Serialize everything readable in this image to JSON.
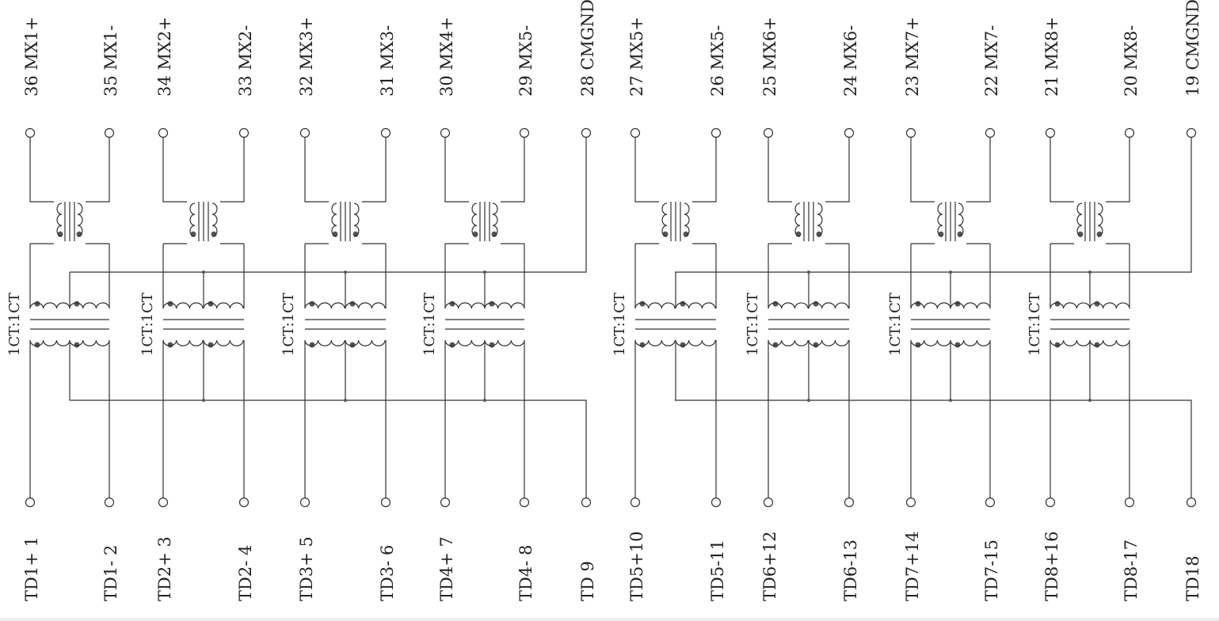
{
  "colors": {
    "line": "#333333",
    "background": "#ffffff",
    "dot": "#555555"
  },
  "top_pins": [
    {
      "num": "36",
      "name": "MX1+"
    },
    {
      "num": "35",
      "name": "MX1-"
    },
    {
      "num": "34",
      "name": "MX2+"
    },
    {
      "num": "33",
      "name": "MX2-"
    },
    {
      "num": "32",
      "name": "MX3+"
    },
    {
      "num": "31",
      "name": "MX3-"
    },
    {
      "num": "30",
      "name": "MX4+"
    },
    {
      "num": "29",
      "name": "MX5-"
    },
    {
      "num": "28",
      "name": "CMGND"
    },
    {
      "num": "27",
      "name": "MX5+"
    },
    {
      "num": "26",
      "name": "MX5-"
    },
    {
      "num": "25",
      "name": "MX6+"
    },
    {
      "num": "24",
      "name": "MX6-"
    },
    {
      "num": "23",
      "name": "MX7+"
    },
    {
      "num": "22",
      "name": "MX7-"
    },
    {
      "num": "21",
      "name": "MX8+"
    },
    {
      "num": "20",
      "name": "MX8-"
    },
    {
      "num": "19",
      "name": "CMGND"
    }
  ],
  "bottom_pins": [
    {
      "name": "TD1+",
      "num": "1"
    },
    {
      "name": "TD1-",
      "num": "2"
    },
    {
      "name": "TD2+",
      "num": "3"
    },
    {
      "name": "TD2-",
      "num": "4"
    },
    {
      "name": "TD3+",
      "num": "5"
    },
    {
      "name": "TD3-",
      "num": "6"
    },
    {
      "name": "TD4+",
      "num": "7"
    },
    {
      "name": "TD4-",
      "num": "8"
    },
    {
      "name": "TD",
      "num": "9"
    },
    {
      "name": "TD5+",
      "num": "10"
    },
    {
      "name": "TD5-",
      "num": "11"
    },
    {
      "name": "TD6+",
      "num": "12"
    },
    {
      "name": "TD6-",
      "num": "13"
    },
    {
      "name": "TD7+",
      "num": "14"
    },
    {
      "name": "TD7-",
      "num": "15"
    },
    {
      "name": "TD8+",
      "num": "16"
    },
    {
      "name": "TD8-",
      "num": "17"
    },
    {
      "name": "TD",
      "num": "18"
    }
  ],
  "ratio_labels": [
    "1CT:1CT",
    "1CT:1CT",
    "1CT:1CT",
    "1CT:1CT",
    "1CT:1CT",
    "1CT:1CT",
    "1CT:1CT",
    "1CT:1CT"
  ]
}
